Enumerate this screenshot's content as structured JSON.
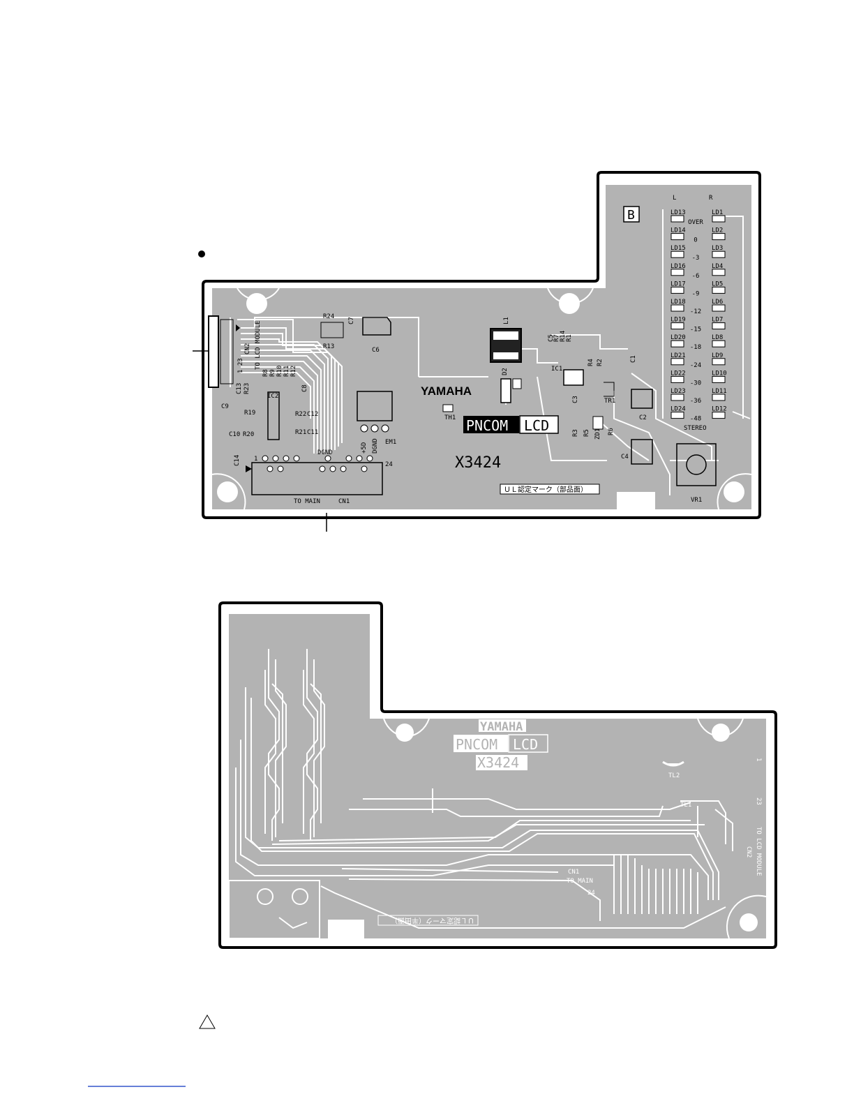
{
  "top_board": {
    "section_letter": "B",
    "brand": "YAMAHA",
    "pncom": "PNCOM",
    "lcd": "LCD",
    "model": "X3424",
    "ul_mark": "ＵＬ認定マーク（部品面）",
    "cn1_label": "CN1",
    "to_main": "TO MAIN",
    "pin_first": "1",
    "pin_last": "24",
    "dgnd": "DGND",
    "plus5d": "+5D",
    "dgnd2": "DGND",
    "to_lcd_module": "TO LCD MODULE",
    "cn2_label": "CN2",
    "cn2_pins": "1 23",
    "stereo": "STEREO",
    "channel_l": "L",
    "channel_r": "R",
    "leds_left": [
      "LD13",
      "LD14",
      "LD15",
      "LD16",
      "LD17",
      "LD18",
      "LD19",
      "LD20",
      "LD21",
      "LD22",
      "LD23",
      "LD24"
    ],
    "leds_right": [
      "LD1",
      "LD2",
      "LD3",
      "LD4",
      "LD5",
      "LD6",
      "LD7",
      "LD8",
      "LD9",
      "LD10",
      "LD11",
      "LD12"
    ],
    "levels": [
      "OVER",
      "0",
      "-3",
      "-6",
      "-9",
      "-12",
      "-15",
      "-18",
      "-24",
      "-30",
      "-36",
      "-48"
    ],
    "components": {
      "r24": "R24",
      "r13": "R13",
      "c7": "C7",
      "c6": "C6",
      "l1": "L1",
      "d2": "D2",
      "c5": "C5",
      "r7": "R7",
      "r14": "R14",
      "r1": "R1",
      "ic1": "IC1",
      "r4": "R4",
      "r2": "R2",
      "c1": "C1",
      "c3": "C3",
      "tr1": "TR1",
      "c2": "C2",
      "th1": "TH1",
      "em1": "EM1",
      "r3": "R3",
      "r5": "R5",
      "zd1": "ZD1",
      "r6": "R6",
      "c4": "C4",
      "vr1": "VR1",
      "ic2": "IC2",
      "c8": "C8",
      "c9": "C9",
      "r19": "R19",
      "c10": "C10",
      "r20": "R20",
      "r22": "R22",
      "c12": "C12",
      "r21": "R21",
      "c11": "C11",
      "c14": "C14",
      "c13": "C13",
      "r23": "R23",
      "r8": "R8",
      "r9": "R9",
      "r10": "R10",
      "r11": "R11",
      "r12": "R12"
    }
  },
  "bottom_board": {
    "brand": "YAMAHA",
    "pncom": "PNCOM",
    "lcd": "LCD",
    "model": "X3424",
    "tl1": "TL1",
    "tl2": "TL2",
    "cn1_label": "CN1",
    "to_main": "TO MAIN",
    "pin_24": "24",
    "pin_1": "1",
    "pin_23": "23",
    "to_lcd_module": "TO LCD MODULE",
    "cn2_label": "CN2",
    "ul_mark_mirrored": "ＵＬ認定マーク（半田面）"
  },
  "colors": {
    "board": "#b3b3b3",
    "outline": "#000000",
    "copper": "#ffffff"
  }
}
